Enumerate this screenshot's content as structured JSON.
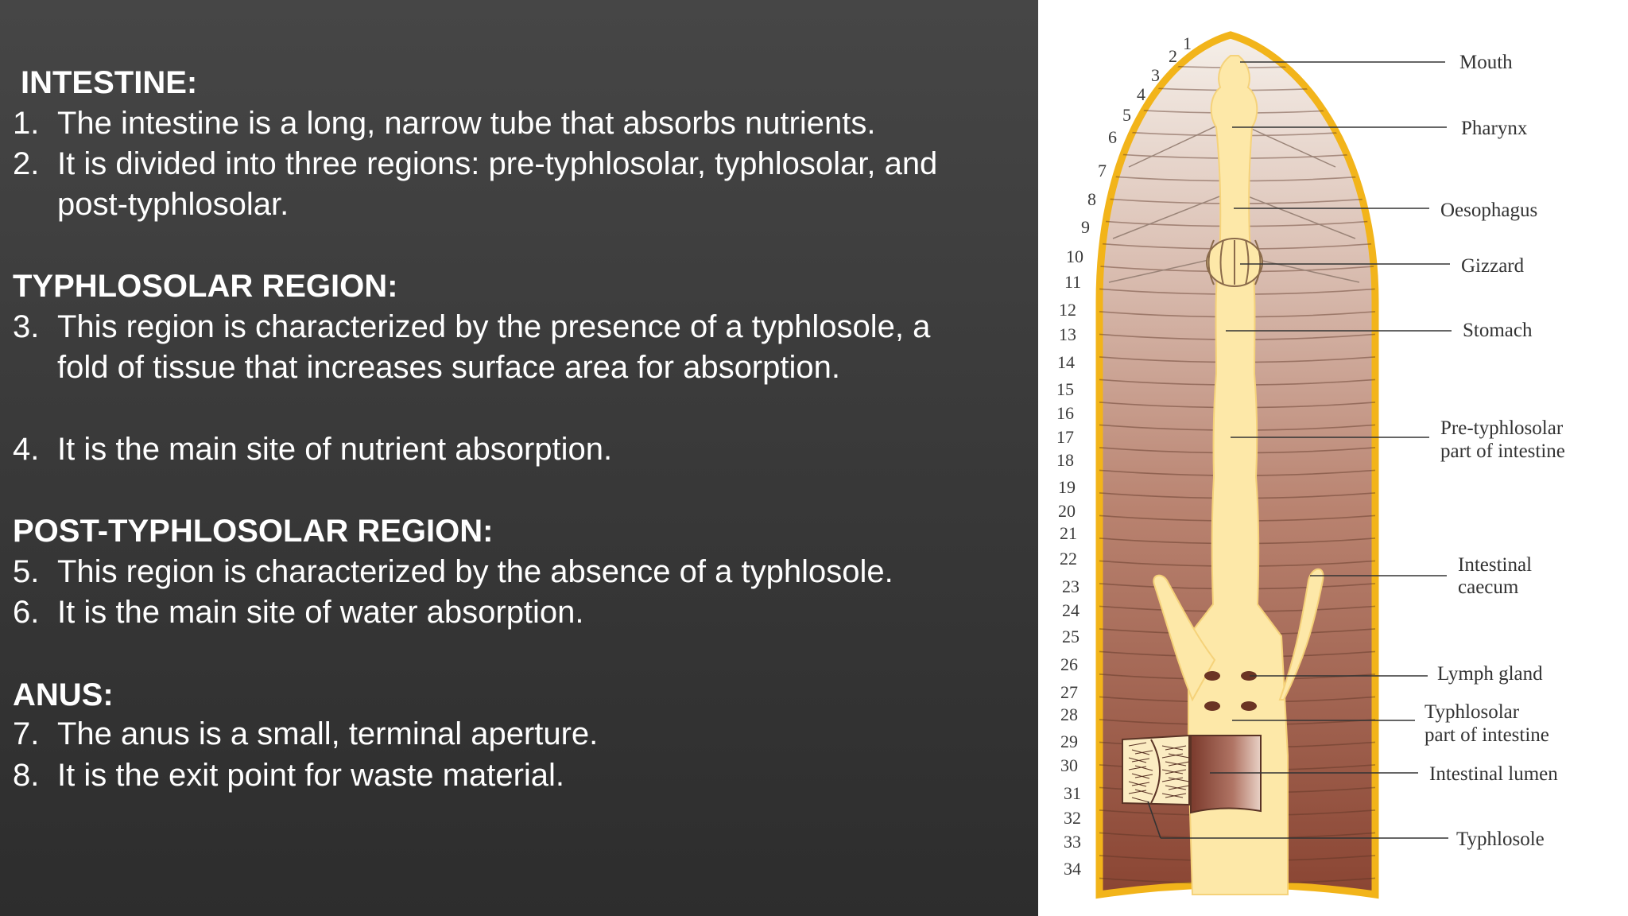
{
  "sections": [
    {
      "heading": "INTESTINE:",
      "items": [
        {
          "num": "1.",
          "text": "The intestine is a long, narrow tube that absorbs nutrients."
        },
        {
          "num": "2.",
          "text": "It is divided into three regions: pre-typhlosolar, typhlosolar, and post-typhlosolar."
        }
      ]
    },
    {
      "heading": "TYPHLOSOLAR REGION:",
      "items": [
        {
          "num": "3.",
          "text": "This region is characterized by the presence of a typhlosole, a fold of tissue that increases surface area for absorption."
        },
        {
          "num": "4.",
          "text": "It is the main site of nutrient absorption."
        }
      ]
    },
    {
      "heading": "POST-TYPHLOSOLAR REGION:",
      "items": [
        {
          "num": "5.",
          "text": "This region is characterized by the absence of a typhlosole."
        },
        {
          "num": "6.",
          "text": "It is the main site of water absorption."
        }
      ]
    },
    {
      "heading": "ANUS:",
      "items": [
        {
          "num": "7.",
          "text": "The anus is a small, terminal aperture."
        },
        {
          "num": "8.",
          "text": "It is the exit point for waste material."
        }
      ]
    }
  ],
  "diagram": {
    "labels": {
      "mouth": "Mouth",
      "pharynx": "Pharynx",
      "oesophagus": "Oesophagus",
      "gizzard": "Gizzard",
      "stomach": "Stomach",
      "pre_typhlosolar_1": "Pre-typhlosolar",
      "pre_typhlosolar_2": "part of intestine",
      "intestinal_caecum_1": "Intestinal",
      "intestinal_caecum_2": "caecum",
      "lymph_gland": "Lymph gland",
      "typhlosolar_1": "Typhlosolar",
      "typhlosolar_2": "part of intestine",
      "intestinal_lumen": "Intestinal lumen",
      "typhlosole": "Typhlosole"
    },
    "segments": [
      "1",
      "2",
      "3",
      "4",
      "5",
      "6",
      "7",
      "8",
      "9",
      "10",
      "11",
      "12",
      "13",
      "14",
      "15",
      "16",
      "17",
      "18",
      "19",
      "20",
      "21",
      "22",
      "23",
      "24",
      "25",
      "26",
      "27",
      "28",
      "29",
      "30",
      "31",
      "32",
      "33",
      "34"
    ],
    "colors": {
      "body_top": "#f3ebe4",
      "body_bottom": "#8a4533",
      "gut": "#fde8a8",
      "outline": "#f2b41a",
      "text_panel": "#3a3a3a"
    }
  }
}
